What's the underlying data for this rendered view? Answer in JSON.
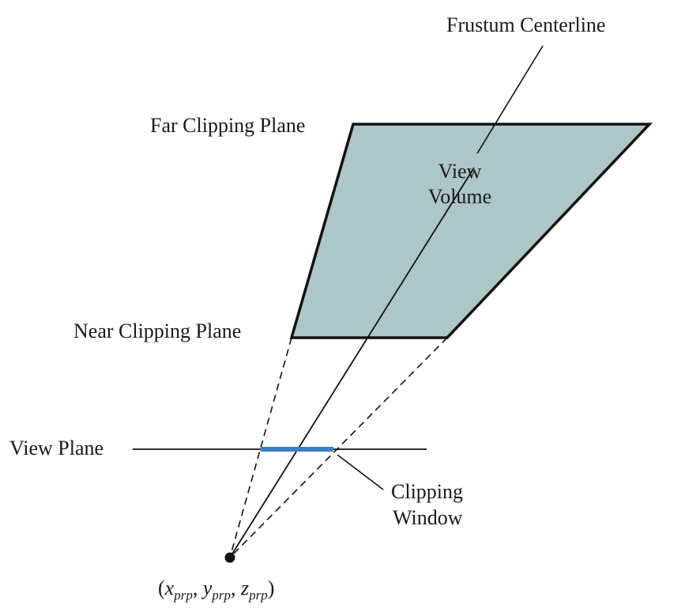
{
  "labels": {
    "frustum_centerline": "Frustum Centerline",
    "far_clipping_plane": "Far Clipping Plane",
    "view_volume_line1": "View",
    "view_volume_line2": "Volume",
    "near_clipping_plane": "Near Clipping Plane",
    "view_plane": "View Plane",
    "clipping_window_line1": "Clipping",
    "clipping_window_line2": "Window"
  },
  "prp_label": {
    "open_paren": "(",
    "x": "x",
    "x_sub": "prp",
    "comma1": ", ",
    "y": "y",
    "y_sub": "prp",
    "comma2": ", ",
    "z": "z",
    "z_sub": "prp",
    "close_paren": ")"
  },
  "colors": {
    "view_volume_fill": "#adc6c7",
    "outline": "#111111",
    "clipping_window": "#3b7fc4"
  }
}
